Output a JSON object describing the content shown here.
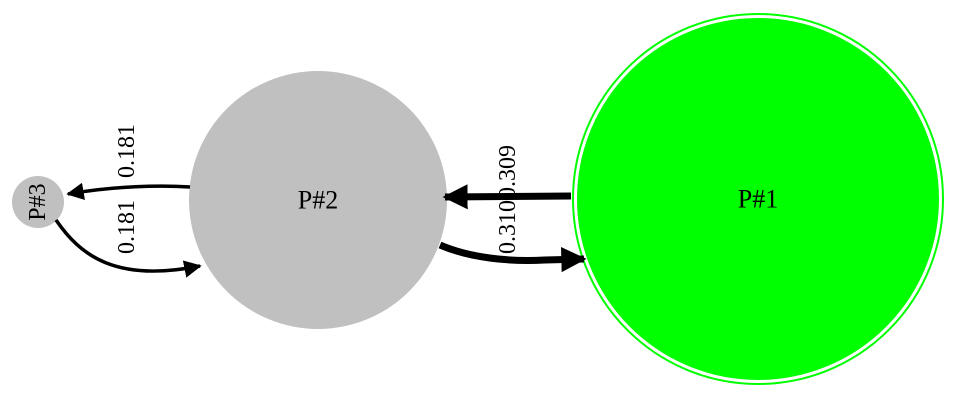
{
  "colors": {
    "background": "#ffffff",
    "node_p1_fill": "#00ff00",
    "node_p1_border": "#00ff00",
    "node_p2_fill": "#c0c0c0",
    "node_p3_fill": "#c0c0c0",
    "edge": "#000000"
  },
  "nodes": {
    "p1": {
      "label": "P#1",
      "shape": "doublecircle"
    },
    "p2": {
      "label": "P#2",
      "shape": "circle"
    },
    "p3": {
      "label": "P#3",
      "shape": "circle"
    }
  },
  "edges": {
    "p1_to_p2": {
      "label": "0.309",
      "weight": "thick"
    },
    "p2_to_p1": {
      "label": "0.310",
      "weight": "thick"
    },
    "p2_to_p3": {
      "label": "0.181",
      "weight": "normal"
    },
    "p3_to_p2": {
      "label": "0.181",
      "weight": "normal"
    }
  }
}
